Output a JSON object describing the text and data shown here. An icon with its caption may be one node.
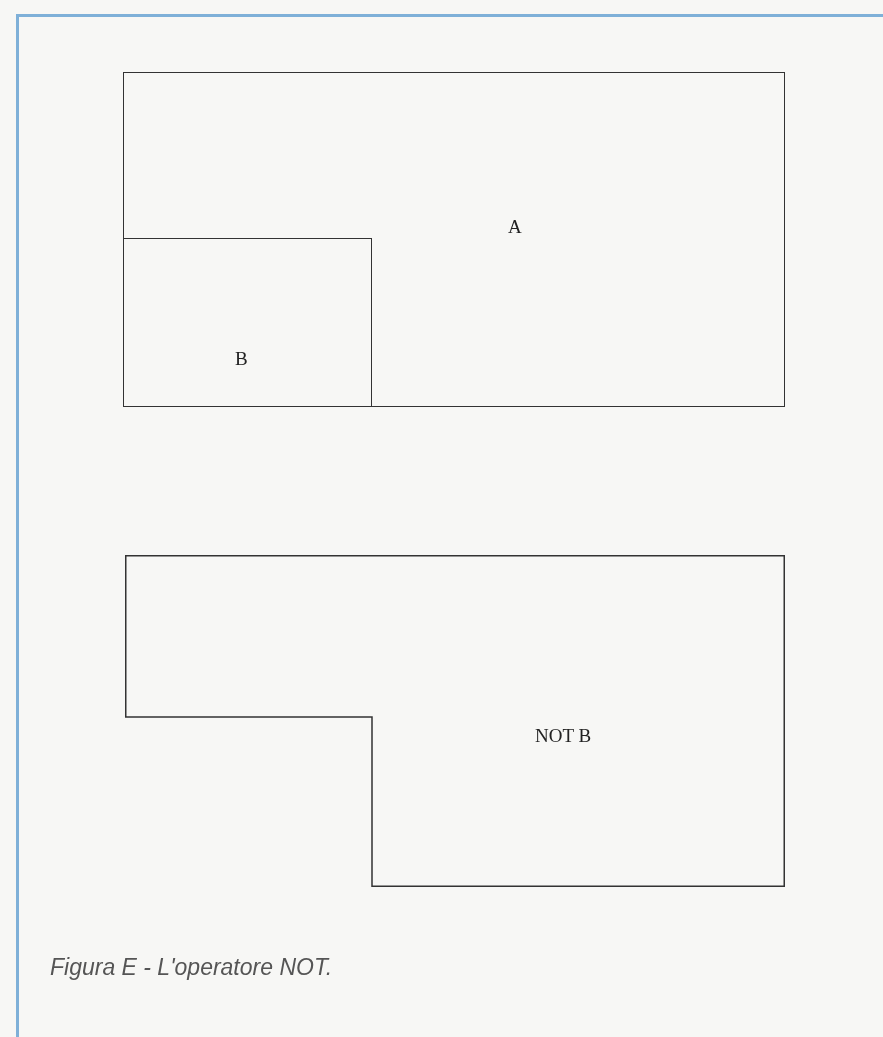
{
  "diagram": {
    "caption": "Figura E - L'operatore NOT.",
    "nodes": [
      {
        "text": [
          "A"
        ]
      },
      {
        "text": [
          "B"
        ],
        "in": 0
      },
      {
        "text": [
          "NOT B"
        ]
      }
    ]
  }
}
